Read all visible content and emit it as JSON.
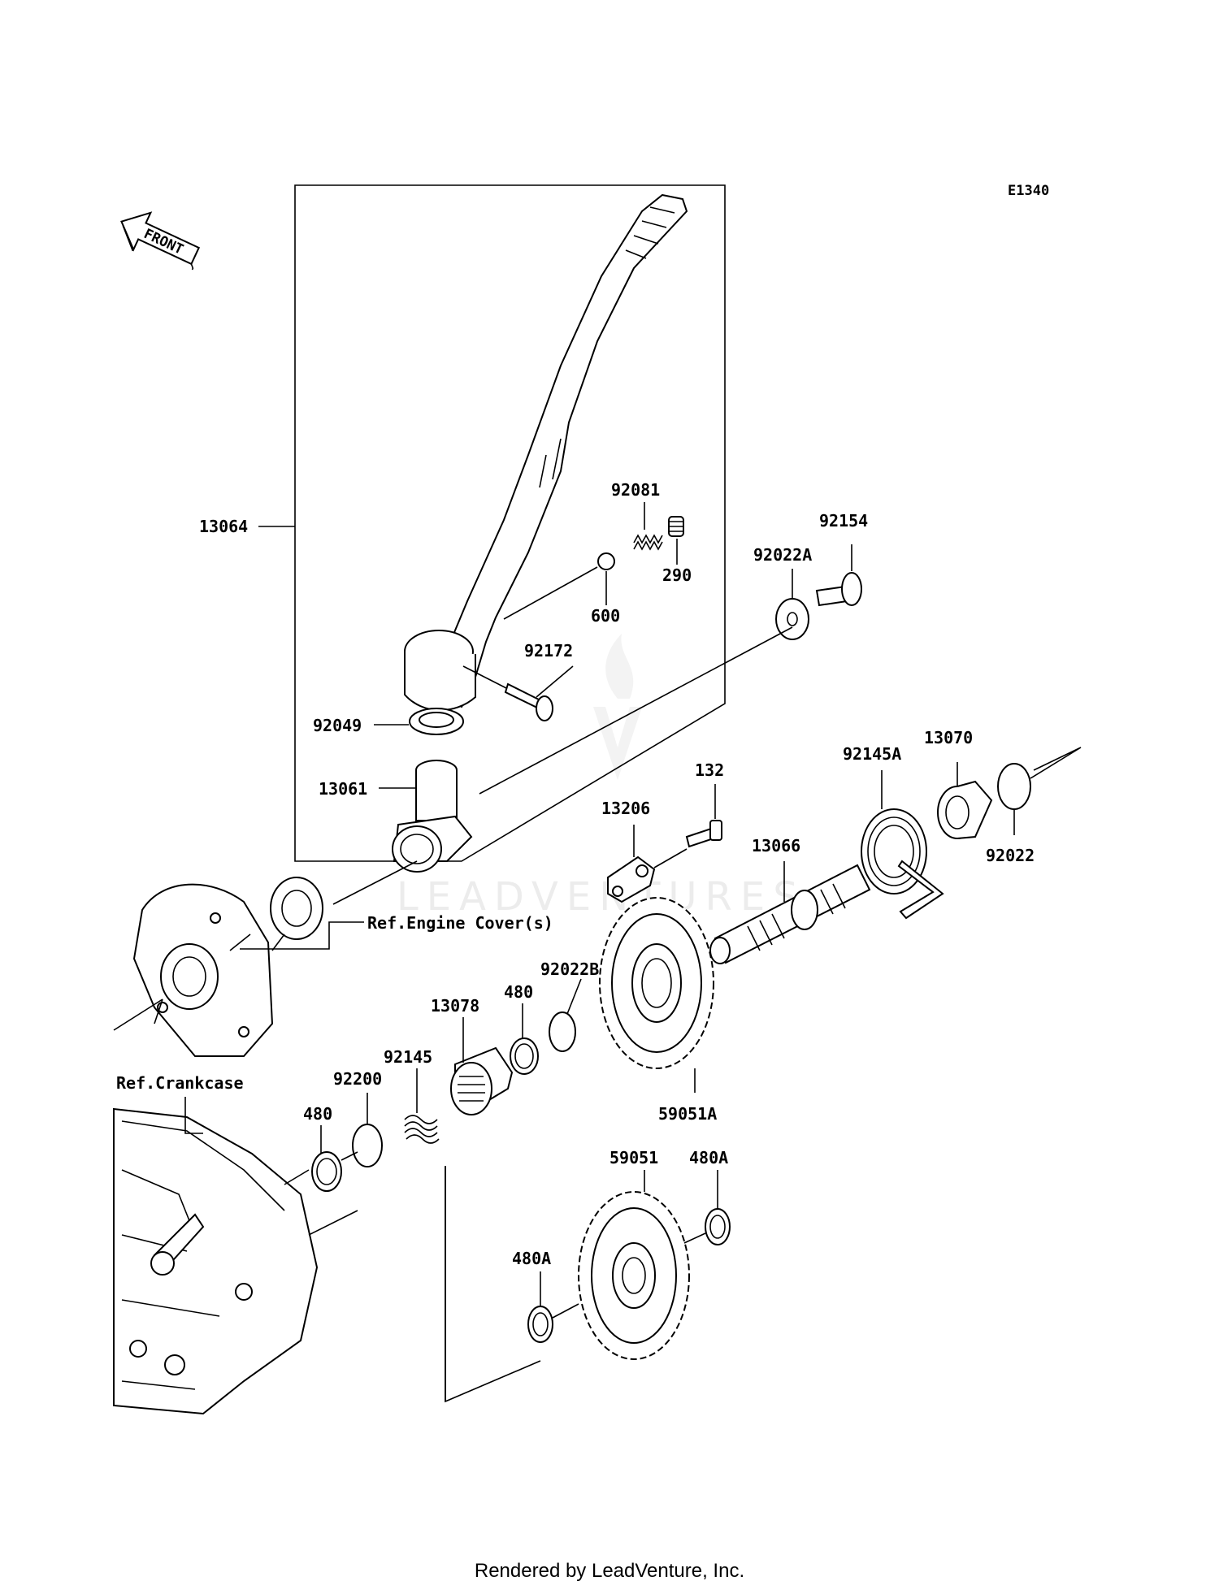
{
  "diagram_code": "E1340",
  "front_arrow_label": "FRONT",
  "watermark": "LEADVENTURES",
  "footer": "Rendered by LeadVenture, Inc.",
  "references": {
    "engine_cover": "Ref.Engine Cover(s)",
    "crankcase": "Ref.Crankcase"
  },
  "parts": {
    "p13064": "13064",
    "p92081": "92081",
    "p290": "290",
    "p600": "600",
    "p92172": "92172",
    "p92049": "92049",
    "p13061": "13061",
    "p92154": "92154",
    "p92022A": "92022A",
    "p132": "132",
    "p13206": "13206",
    "p13066": "13066",
    "p92145A": "92145A",
    "p13070": "13070",
    "p92022": "92022",
    "p92022B": "92022B",
    "p480_upper": "480",
    "p13078": "13078",
    "p92145": "92145",
    "p92200": "92200",
    "p480_lower": "480",
    "p59051A": "59051A",
    "p59051": "59051",
    "p480A_right": "480A",
    "p480A_left": "480A"
  }
}
